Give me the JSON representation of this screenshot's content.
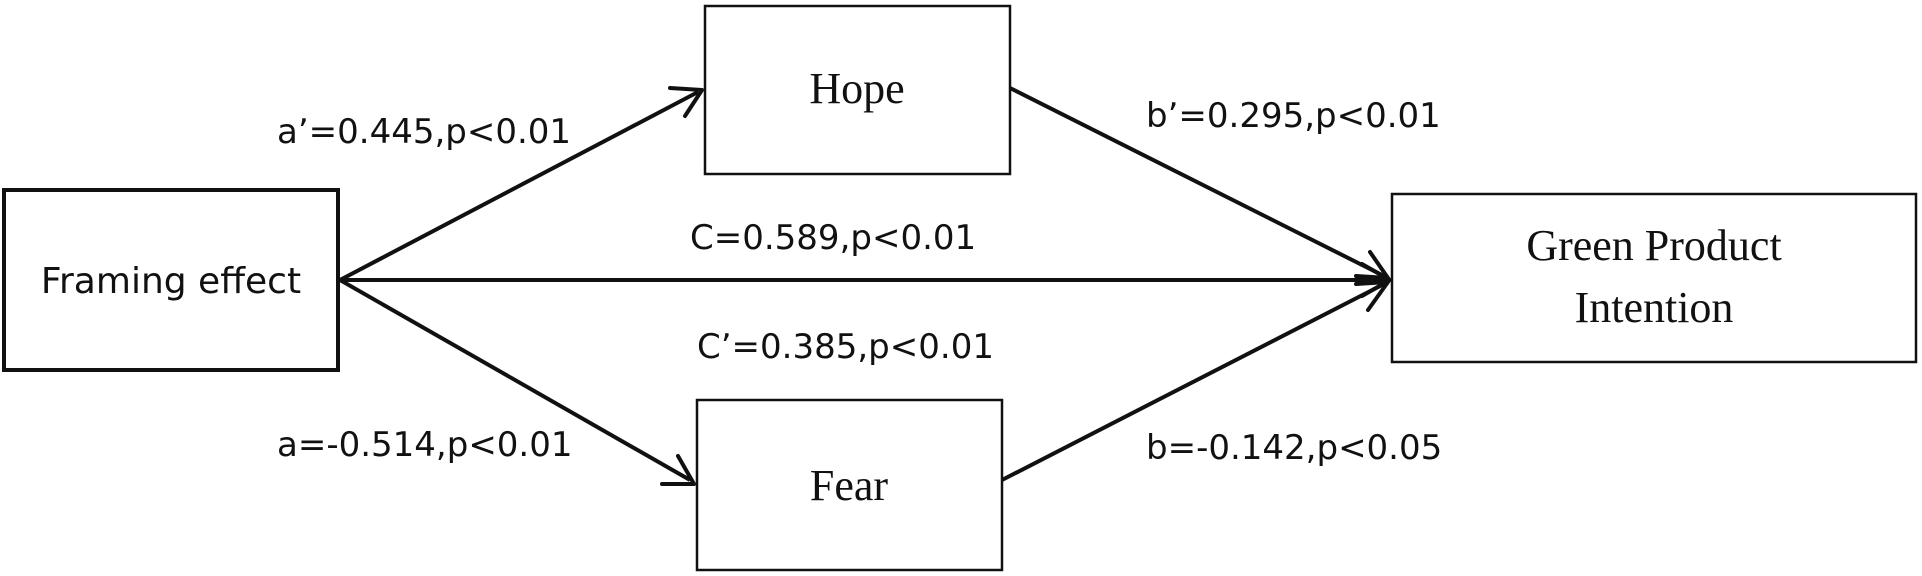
{
  "nodes": {
    "framing": {
      "label": "Framing effect"
    },
    "hope": {
      "label": "Hope"
    },
    "fear": {
      "label": "Fear"
    },
    "outcome": {
      "label_line1": "Green Product",
      "label_line2": "Intention"
    }
  },
  "paths": {
    "a_prime": "a’=0.445,p<0.01",
    "b_prime": "b’=0.295,p<0.01",
    "c_total": "C=0.589,p<0.01",
    "c_prime": "C’=0.385,p<0.01",
    "a": "a=-0.514,p<0.01",
    "b": "b=-0.142,p<0.05"
  },
  "colors": {
    "stroke": "#111111",
    "background": "#ffffff"
  }
}
